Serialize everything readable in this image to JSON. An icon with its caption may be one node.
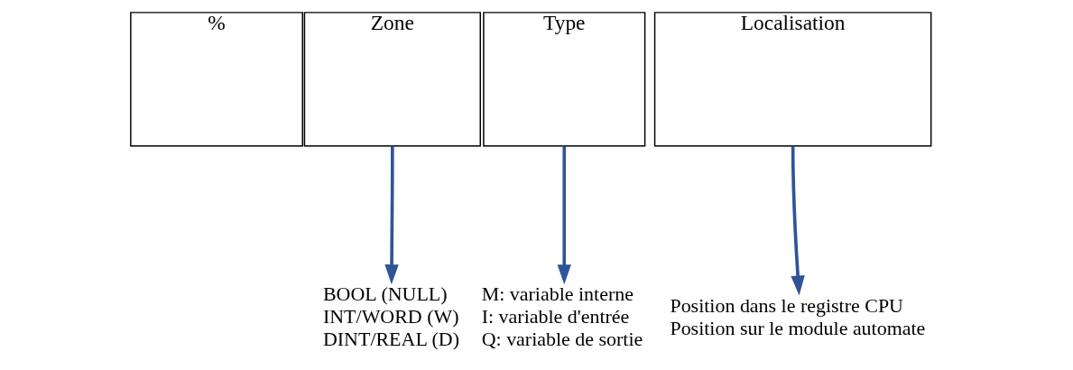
{
  "diagram": {
    "nodes": [
      {
        "text": [
          "%"
        ]
      },
      {
        "text": [
          "Zone"
        ]
      },
      {
        "text": [
          "Type"
        ]
      },
      {
        "text": [
          "Localisation"
        ]
      },
      {
        "text": [
          "BOOL (NULL)",
          "INT/WORD (W)",
          "DINT/REAL (D)"
        ]
      },
      {
        "text": [
          "M: variable interne",
          "I: variable d'entrée",
          "Q: variable de sortie"
        ]
      },
      {
        "text": [
          "Position dans le registre CPU",
          "Position sur le module automate"
        ]
      }
    ],
    "edges": [
      {
        "from": 1,
        "to": 4,
        "arrow": "to"
      },
      {
        "from": 2,
        "to": 5,
        "arrow": "to"
      },
      {
        "from": 3,
        "to": 6,
        "arrow": "to"
      }
    ]
  }
}
